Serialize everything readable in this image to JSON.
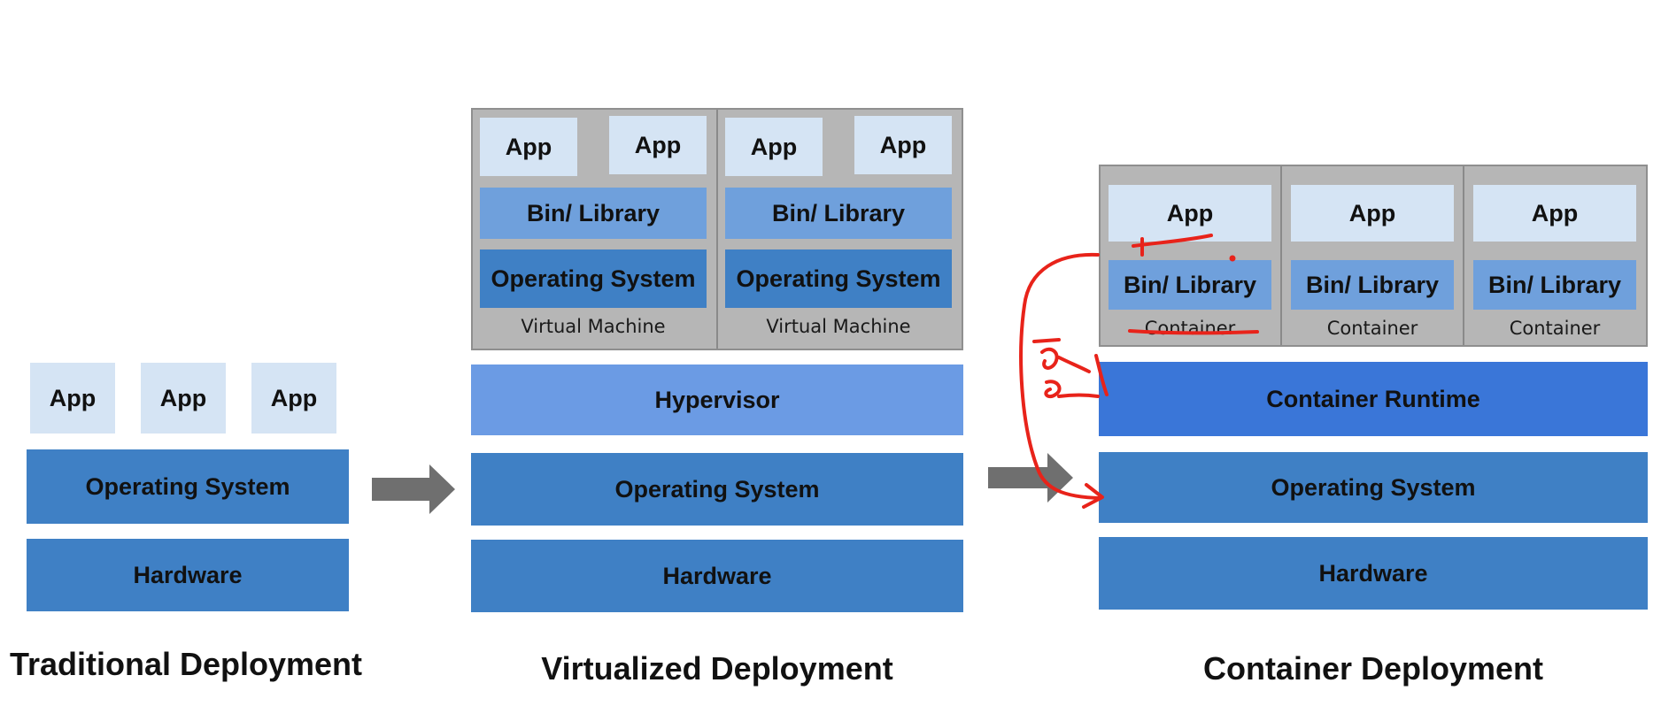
{
  "labels": {
    "app": "App",
    "os": "Operating System",
    "hardware": "Hardware",
    "bin": "Bin/ Library",
    "hypervisor": "Hypervisor",
    "vm": "Virtual Machine",
    "container": "Container",
    "runtime": "Container Runtime"
  },
  "titles": {
    "traditional": "Traditional Deployment",
    "virtualized": "Virtualized Deployment",
    "container": "Container Deployment"
  },
  "colors": {
    "app": "#d5e4f4",
    "os": "#3f80c5",
    "bin": "#6fa0dc",
    "hypervisor": "#6b9be4",
    "runtime": "#3a76d8",
    "vm_background": "#b6b6b6",
    "arrow": "#6f6f6f",
    "annotation": "#e8231a"
  }
}
